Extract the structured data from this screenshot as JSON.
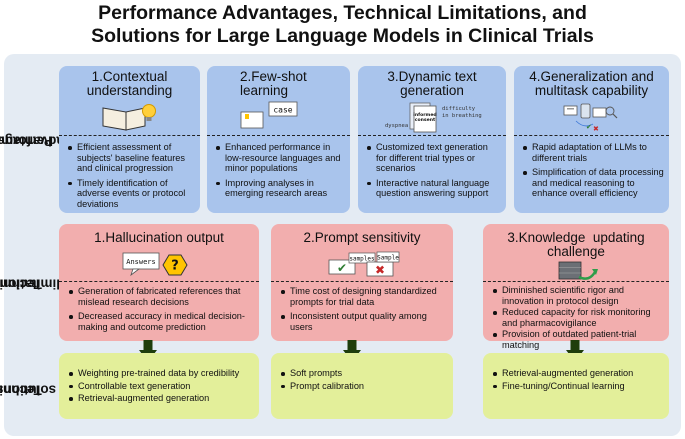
{
  "title": {
    "line1": "Performance Advantages, Technical Limitations, and",
    "line2": "Solutions for Large Language Models in Clinical Trials"
  },
  "row_labels": {
    "advantages": [
      "Performance",
      "advantages"
    ],
    "limitations": [
      "Technical",
      "limitations"
    ],
    "solutions": [
      "Technical",
      "solutions"
    ]
  },
  "advantages": [
    {
      "title": [
        "1.Contextual",
        "understanding"
      ],
      "icon": "open-book-lightbulb-icon",
      "bullets": [
        "Efficient assessment of subjects' baseline features and clinical progression",
        "Timely identification of adverse events or protocol deviations"
      ]
    },
    {
      "title": [
        "2.Few-shot",
        "learning"
      ],
      "icon": "case-notes-icon",
      "icon_text": "case",
      "bullets": [
        "Enhanced performance in low-resource languages and minor populations",
        "Improving analyses in emerging research areas"
      ]
    },
    {
      "title": [
        "3.Dynamic text",
        "generation"
      ],
      "icon": "stacked-documents-icon",
      "icon_texts": [
        "difficulty",
        "in breathing",
        "dyspnea",
        "informed",
        "consent"
      ],
      "bullets": [
        "Customized text generation for different trial types or scenarios",
        "Interactive natural language question answering support"
      ]
    },
    {
      "title": [
        "4.Generalization and",
        "multitask capability"
      ],
      "icon": "multitask-devices-icon",
      "bullets": [
        "Rapid adaptation of LLMs to different trials",
        "Simplification of data processing and medical reasoning to enhance overall efficiency"
      ]
    }
  ],
  "limitations": [
    {
      "title": [
        "1.Hallucination output"
      ],
      "icon": "answers-question-icon",
      "icon_text": "Answers",
      "icon_mark": "?",
      "bullets": [
        "Generation of fabricated references that mislead research decisions",
        "Decreased accuracy in medical decision-making and outcome prediction"
      ]
    },
    {
      "title": [
        "2.Prompt sensitivity"
      ],
      "icon": "check-cross-samples-icon",
      "icon_texts": [
        "samples",
        "Sample"
      ],
      "bullets": [
        "Time cost of designing standardized prompts for trial data",
        "Inconsistent output quality among users"
      ]
    },
    {
      "title": [
        "3.Knowledge  updating",
        "challenge"
      ],
      "icon": "server-refresh-icon",
      "bullets": [
        "Diminished scientific rigor and innovation in protocol design",
        "Reduced capacity for risk monitoring and pharmacovigilance",
        "Provision of outdated patient-trial matching"
      ]
    }
  ],
  "solutions": [
    {
      "bullets": [
        "Weighting pre-trained data by credibility",
        "Controllable text generation",
        "Retrieval-augmented generation"
      ]
    },
    {
      "bullets": [
        "Soft prompts",
        "Prompt calibration"
      ]
    },
    {
      "bullets": [
        "Retrieval-augmented generation",
        "Fine-tuning/Continual learning"
      ]
    }
  ],
  "colors": {
    "panel": "#e4ebf3",
    "advantage_box": "#a9c4ec",
    "limitation_box": "#f2aeae",
    "solution_box": "#e3ef9a",
    "arrow": "#1f3d0c"
  }
}
